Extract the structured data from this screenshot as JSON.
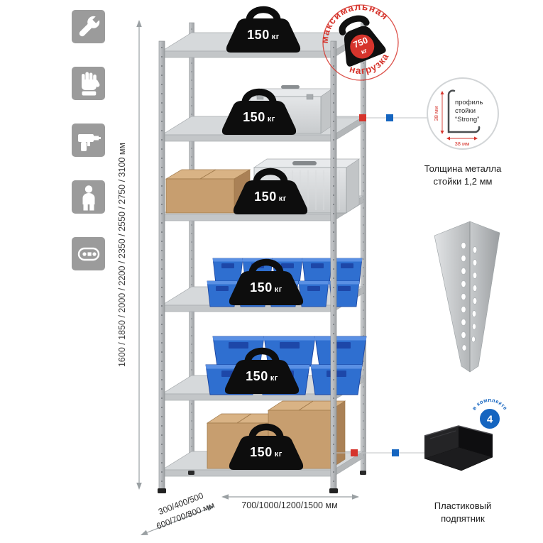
{
  "colors": {
    "accent_red": "#d6342c",
    "accent_blue": "#1565c0",
    "icon_gray": "#9b9b9b",
    "metal_gray": "#c7cacc",
    "bin_blue": "#2f6fd0",
    "cardboard": "#c79e6f"
  },
  "left_icons": [
    {
      "name": "wrench-icon"
    },
    {
      "name": "glove-icon"
    },
    {
      "name": "drill-icon"
    },
    {
      "name": "person-icon"
    },
    {
      "name": "perforated-strip-icon"
    }
  ],
  "dimensions": {
    "height": "1600 / 1850 / 2000 / 2200 / 2350 / 2550 / 2750 / 3100 мм",
    "depth_line1": "300/400/500",
    "depth_line2": "600/700/800 мм",
    "width": "700/1000/1200/1500 мм"
  },
  "shelf_load": {
    "value": "150",
    "unit": "кг"
  },
  "max_load_stamp": {
    "arc_top": "максимальная",
    "arc_bottom": "нагрузка",
    "value": "750",
    "unit": "кг"
  },
  "profile_detail": {
    "line1": "профиль",
    "line2": "стойки",
    "line3": "“Strong”",
    "dim_vertical": "38 мм",
    "dim_horizontal": "38 мм",
    "caption_line1": "Толщина металла",
    "caption_line2": "стойки 1,2 мм"
  },
  "foot_detail": {
    "badge_value": "4",
    "badge_arc": "в комплекте",
    "caption_line1": "Пластиковый",
    "caption_line2": "подпятник"
  }
}
